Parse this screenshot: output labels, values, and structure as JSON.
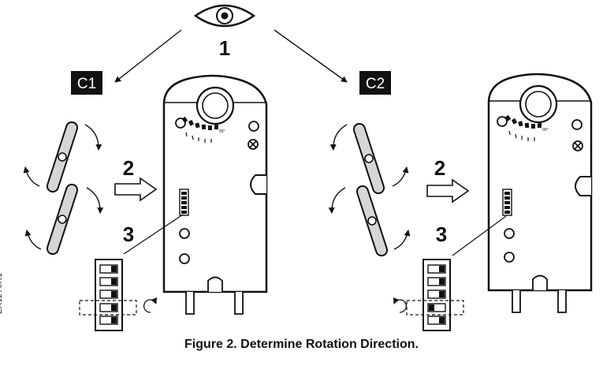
{
  "steps": {
    "eye": "1",
    "view": "2",
    "switch": "3"
  },
  "panels": [
    {
      "label": "C1"
    },
    {
      "label": "C2"
    }
  ],
  "actuator": {
    "scale_end": "90°"
  },
  "caption": "Figure 2.  Determine Rotation Direction.",
  "doc_id": "EA1276R1",
  "colors": {
    "ink": "#111111",
    "background": "#ffffff",
    "tag_fill": "#111111"
  }
}
